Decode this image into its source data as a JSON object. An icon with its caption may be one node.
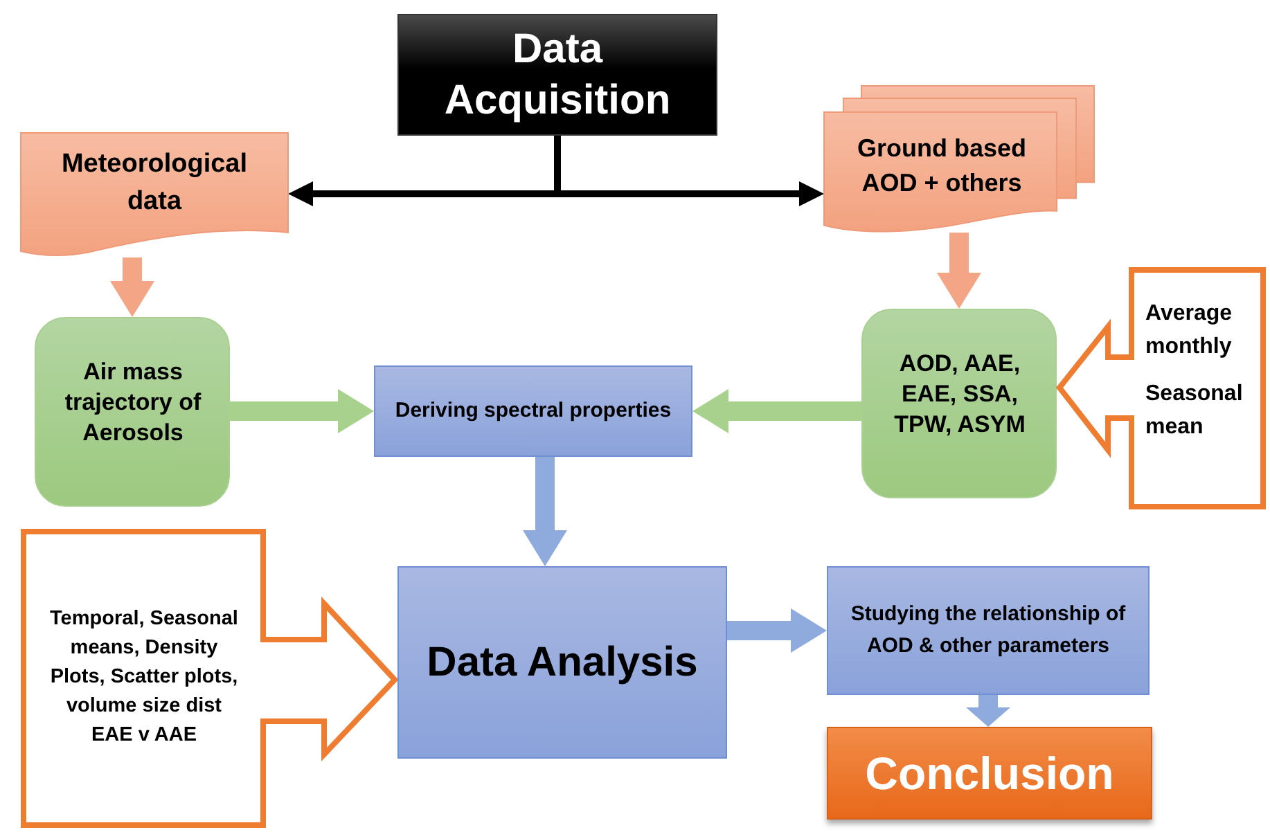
{
  "diagram": {
    "nodes": [
      {
        "text": [
          "Data Acquisition"
        ]
      },
      {
        "text": [
          "Meteorological data"
        ]
      },
      {
        "text": [
          "Ground based AOD + others"
        ]
      },
      {
        "text": [
          "Air mass trajectory of Aerosols"
        ]
      },
      {
        "text": [
          "Deriving spectral properties"
        ]
      },
      {
        "text": [
          "AOD, AAE, EAE, SSA, TPW, ASYM"
        ]
      },
      {
        "text": [
          "Average monthly",
          "Seasonal mean"
        ]
      },
      {
        "text": [
          "Temporal, Seasonal means, Density Plots, Scatter plots, volume size dist EAE v AAE"
        ]
      },
      {
        "text": [
          "Data Analysis"
        ]
      },
      {
        "text": [
          "Studying the relationship of AOD & other parameters"
        ]
      },
      {
        "text": [
          "Conclusion"
        ]
      }
    ],
    "edges": [
      {
        "from": 0,
        "to": 1,
        "arrow": "to",
        "color": "#000000"
      },
      {
        "from": 0,
        "to": 2,
        "arrow": "to",
        "color": "#000000"
      },
      {
        "from": 1,
        "to": 3,
        "arrow": "to",
        "color": "#f4a585"
      },
      {
        "from": 2,
        "to": 5,
        "arrow": "to",
        "color": "#f4a585"
      },
      {
        "from": 3,
        "to": 4,
        "arrow": "to",
        "color": "#a9d18e"
      },
      {
        "from": 5,
        "to": 4,
        "arrow": "to",
        "color": "#a9d18e"
      },
      {
        "from": 4,
        "to": 8,
        "arrow": "to",
        "color": "#8faadc"
      },
      {
        "from": 8,
        "to": 9,
        "arrow": "to",
        "color": "#8faadc"
      },
      {
        "from": 9,
        "to": 10,
        "arrow": "to",
        "color": "#8faadc"
      }
    ]
  }
}
